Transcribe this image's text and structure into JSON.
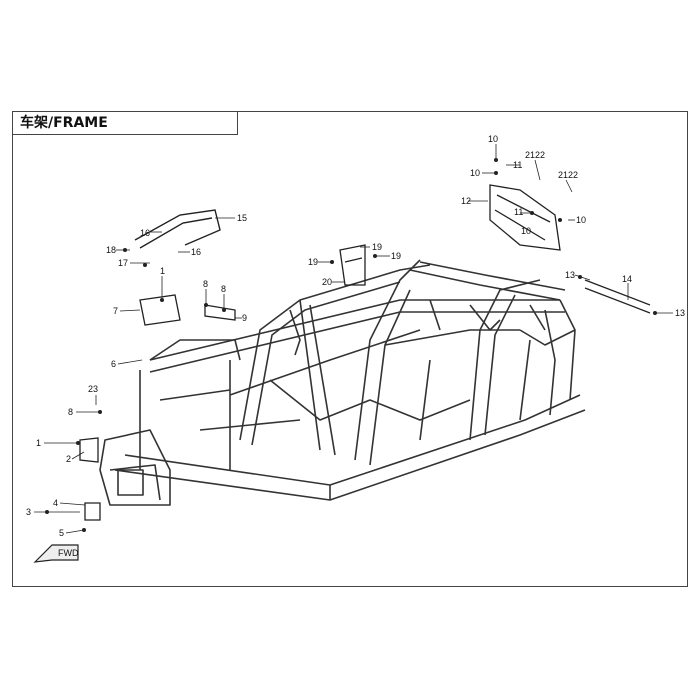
{
  "header": {
    "title": "车架/FRAME"
  },
  "callouts": [
    "1",
    "2",
    "3",
    "4",
    "5",
    "6",
    "7",
    "8",
    "8",
    "8",
    "9",
    "10",
    "10",
    "10",
    "10",
    "11",
    "11",
    "12",
    "13",
    "13",
    "14",
    "15",
    "16",
    "16",
    "17",
    "18",
    "19",
    "19",
    "19",
    "20",
    "21",
    "22",
    "21",
    "22",
    "23",
    "1"
  ],
  "fwd_label": "FWD",
  "colors": {
    "line": "#222222",
    "frame": "#333333",
    "background": "#ffffff"
  }
}
